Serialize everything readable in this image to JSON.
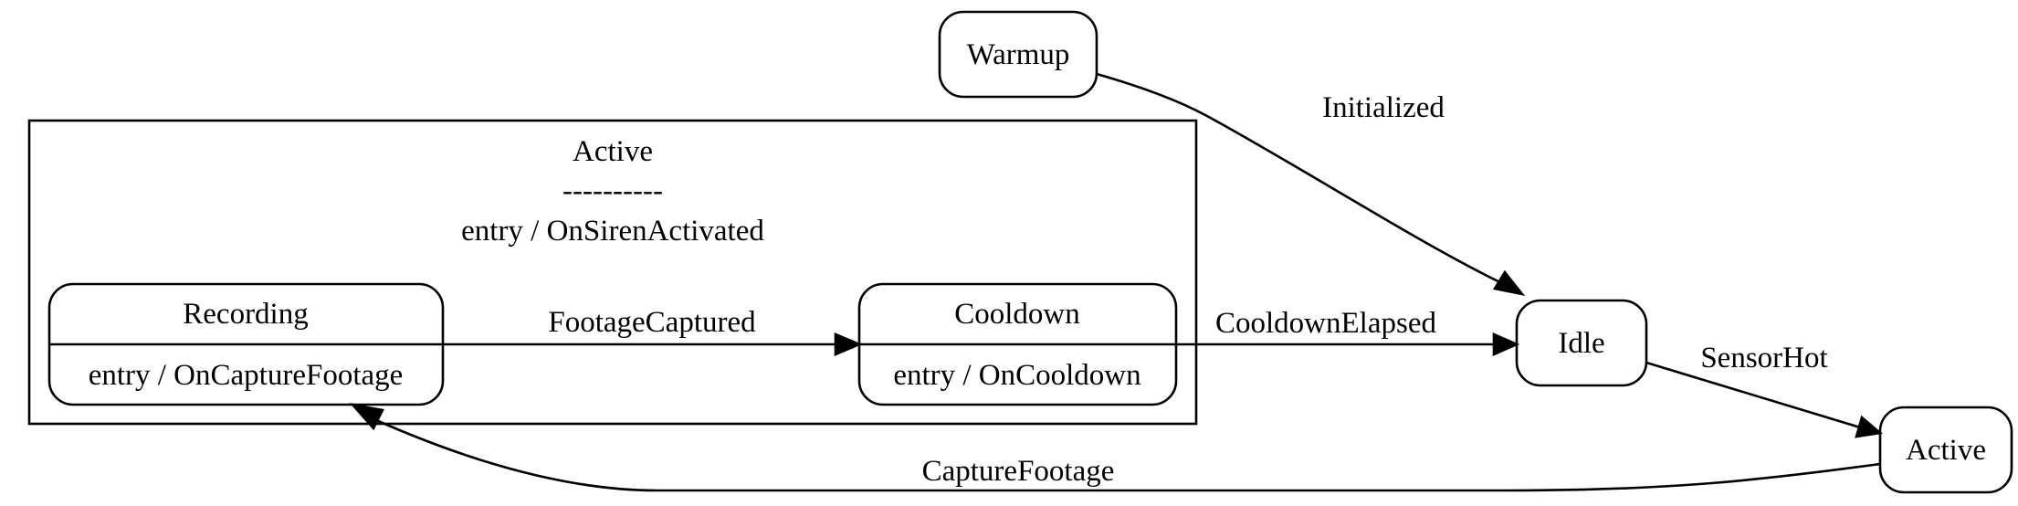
{
  "cluster": {
    "title": "Active",
    "separator": "----------",
    "entry": "entry / OnSirenActivated"
  },
  "states": {
    "recording": {
      "name": "Recording",
      "action": "entry / OnCaptureFootage"
    },
    "cooldown": {
      "name": "Cooldown",
      "action": "entry / OnCooldown"
    },
    "warmup": {
      "name": "Warmup"
    },
    "idle": {
      "name": "Idle"
    },
    "active": {
      "name": "Active"
    }
  },
  "transitions": {
    "initialized": "Initialized",
    "footage_captured": "FootageCaptured",
    "cooldown_elapsed": "CooldownElapsed",
    "sensor_hot": "SensorHot",
    "capture_footage": "CaptureFootage"
  }
}
